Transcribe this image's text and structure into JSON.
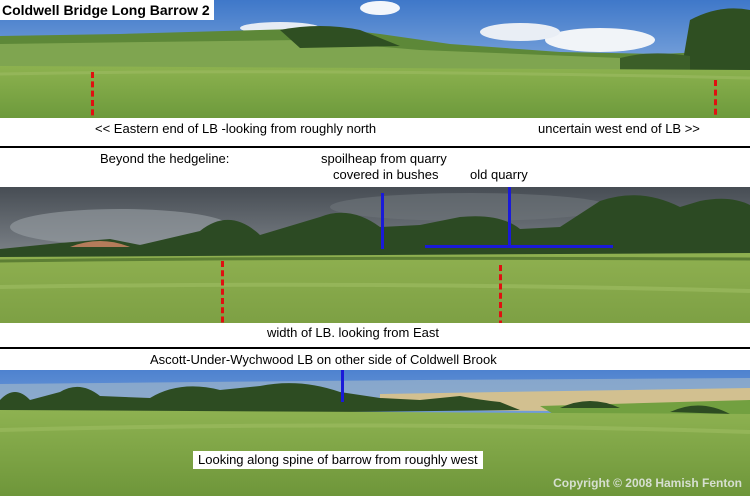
{
  "title": "Coldwell Bridge Long Barrow 2",
  "panel1": {
    "left_label": "<< Eastern end of LB    -looking from roughly north",
    "right_label": "uncertain west end of LB >>"
  },
  "panel2": {
    "hedgeline_label": "Beyond the hedgeline:",
    "spoilheap_line1": "spoilheap from quarry",
    "spoilheap_line2": "covered in bushes",
    "quarry_label": "old quarry",
    "width_label": "width of LB. looking from East"
  },
  "panel3": {
    "ascott_label": "Ascott-Under-Wychwood LB on other side of Coldwell Brook",
    "spine_label": "Looking along spine of barrow from roughly west",
    "copyright": "Copyright © 2008 Hamish Fenton"
  },
  "colors": {
    "marker_red": "#e01010",
    "marker_blue": "#1a1ad8",
    "sky_blue": "#5b8fd6",
    "grass_green": "#7fa84a",
    "storm_grey": "#5b6168"
  }
}
